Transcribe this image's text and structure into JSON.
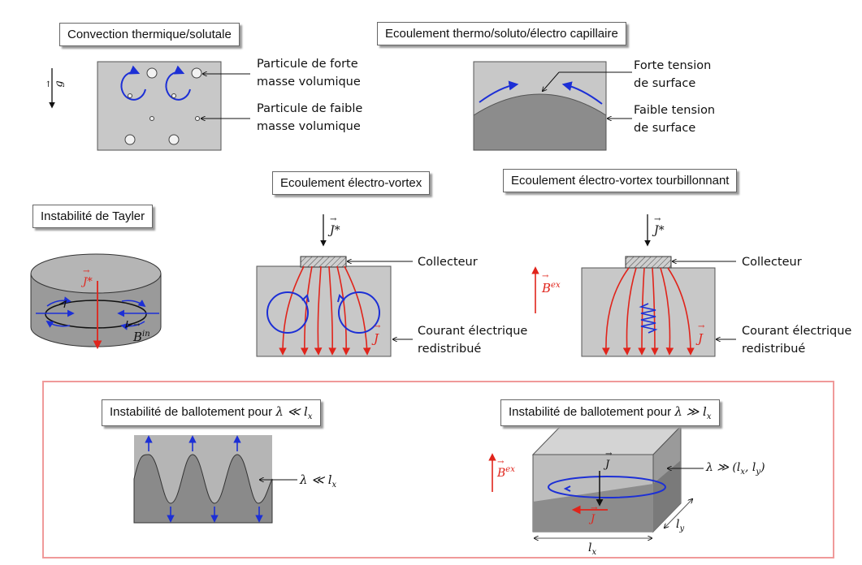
{
  "titles": {
    "convection": "Convection thermique/solutale",
    "capillary": "Ecoulement thermo/soluto/électro capillaire",
    "tayler": "Instabilité de Tayler",
    "electro_vortex": "Ecoulement électro-vortex",
    "electro_vortex_swirl": "Ecoulement électro-vortex tourbillonnant",
    "sloshing_small_prefix": "Instabilité de ballotement pour",
    "sloshing_small_math": "λ ≪ l",
    "sloshing_large_prefix": "Instabilité de ballotement pour",
    "sloshing_large_math": "λ ≫ l"
  },
  "labels": {
    "heavy_particle_1": "Particule de forte",
    "heavy_particle_2": "masse volumique",
    "light_particle_1": "Particule de faible",
    "light_particle_2": "masse volumique",
    "strong_tension_1": "Forte tension",
    "strong_tension_2": "de surface",
    "weak_tension_1": "Faible tension",
    "weak_tension_2": "de surface",
    "collector_1": "Collecteur",
    "collector_2": "Collecteur",
    "current_1a": "Courant électrique",
    "current_1b": "redistribué",
    "current_2a": "Courant électrique",
    "current_2b": "redistribué"
  },
  "math": {
    "gravity": "g",
    "j_star": "J*",
    "j": "J",
    "b_in": "B",
    "b_in_sup": "in",
    "b_ex": "B",
    "b_ex_sup": "ex",
    "lambda_lx": "λ ≪ l",
    "lambda_lxly": "λ ≫ (l",
    "lx": "l",
    "ly": "l",
    "sub_x": "x",
    "sub_y": "y"
  },
  "colors": {
    "grey_light": "#c8c8c8",
    "grey_dark": "#8c8c8c",
    "flow_blue": "#1c2fd6",
    "current_red": "#e0241b",
    "frame_pink": "#f09a9a"
  }
}
